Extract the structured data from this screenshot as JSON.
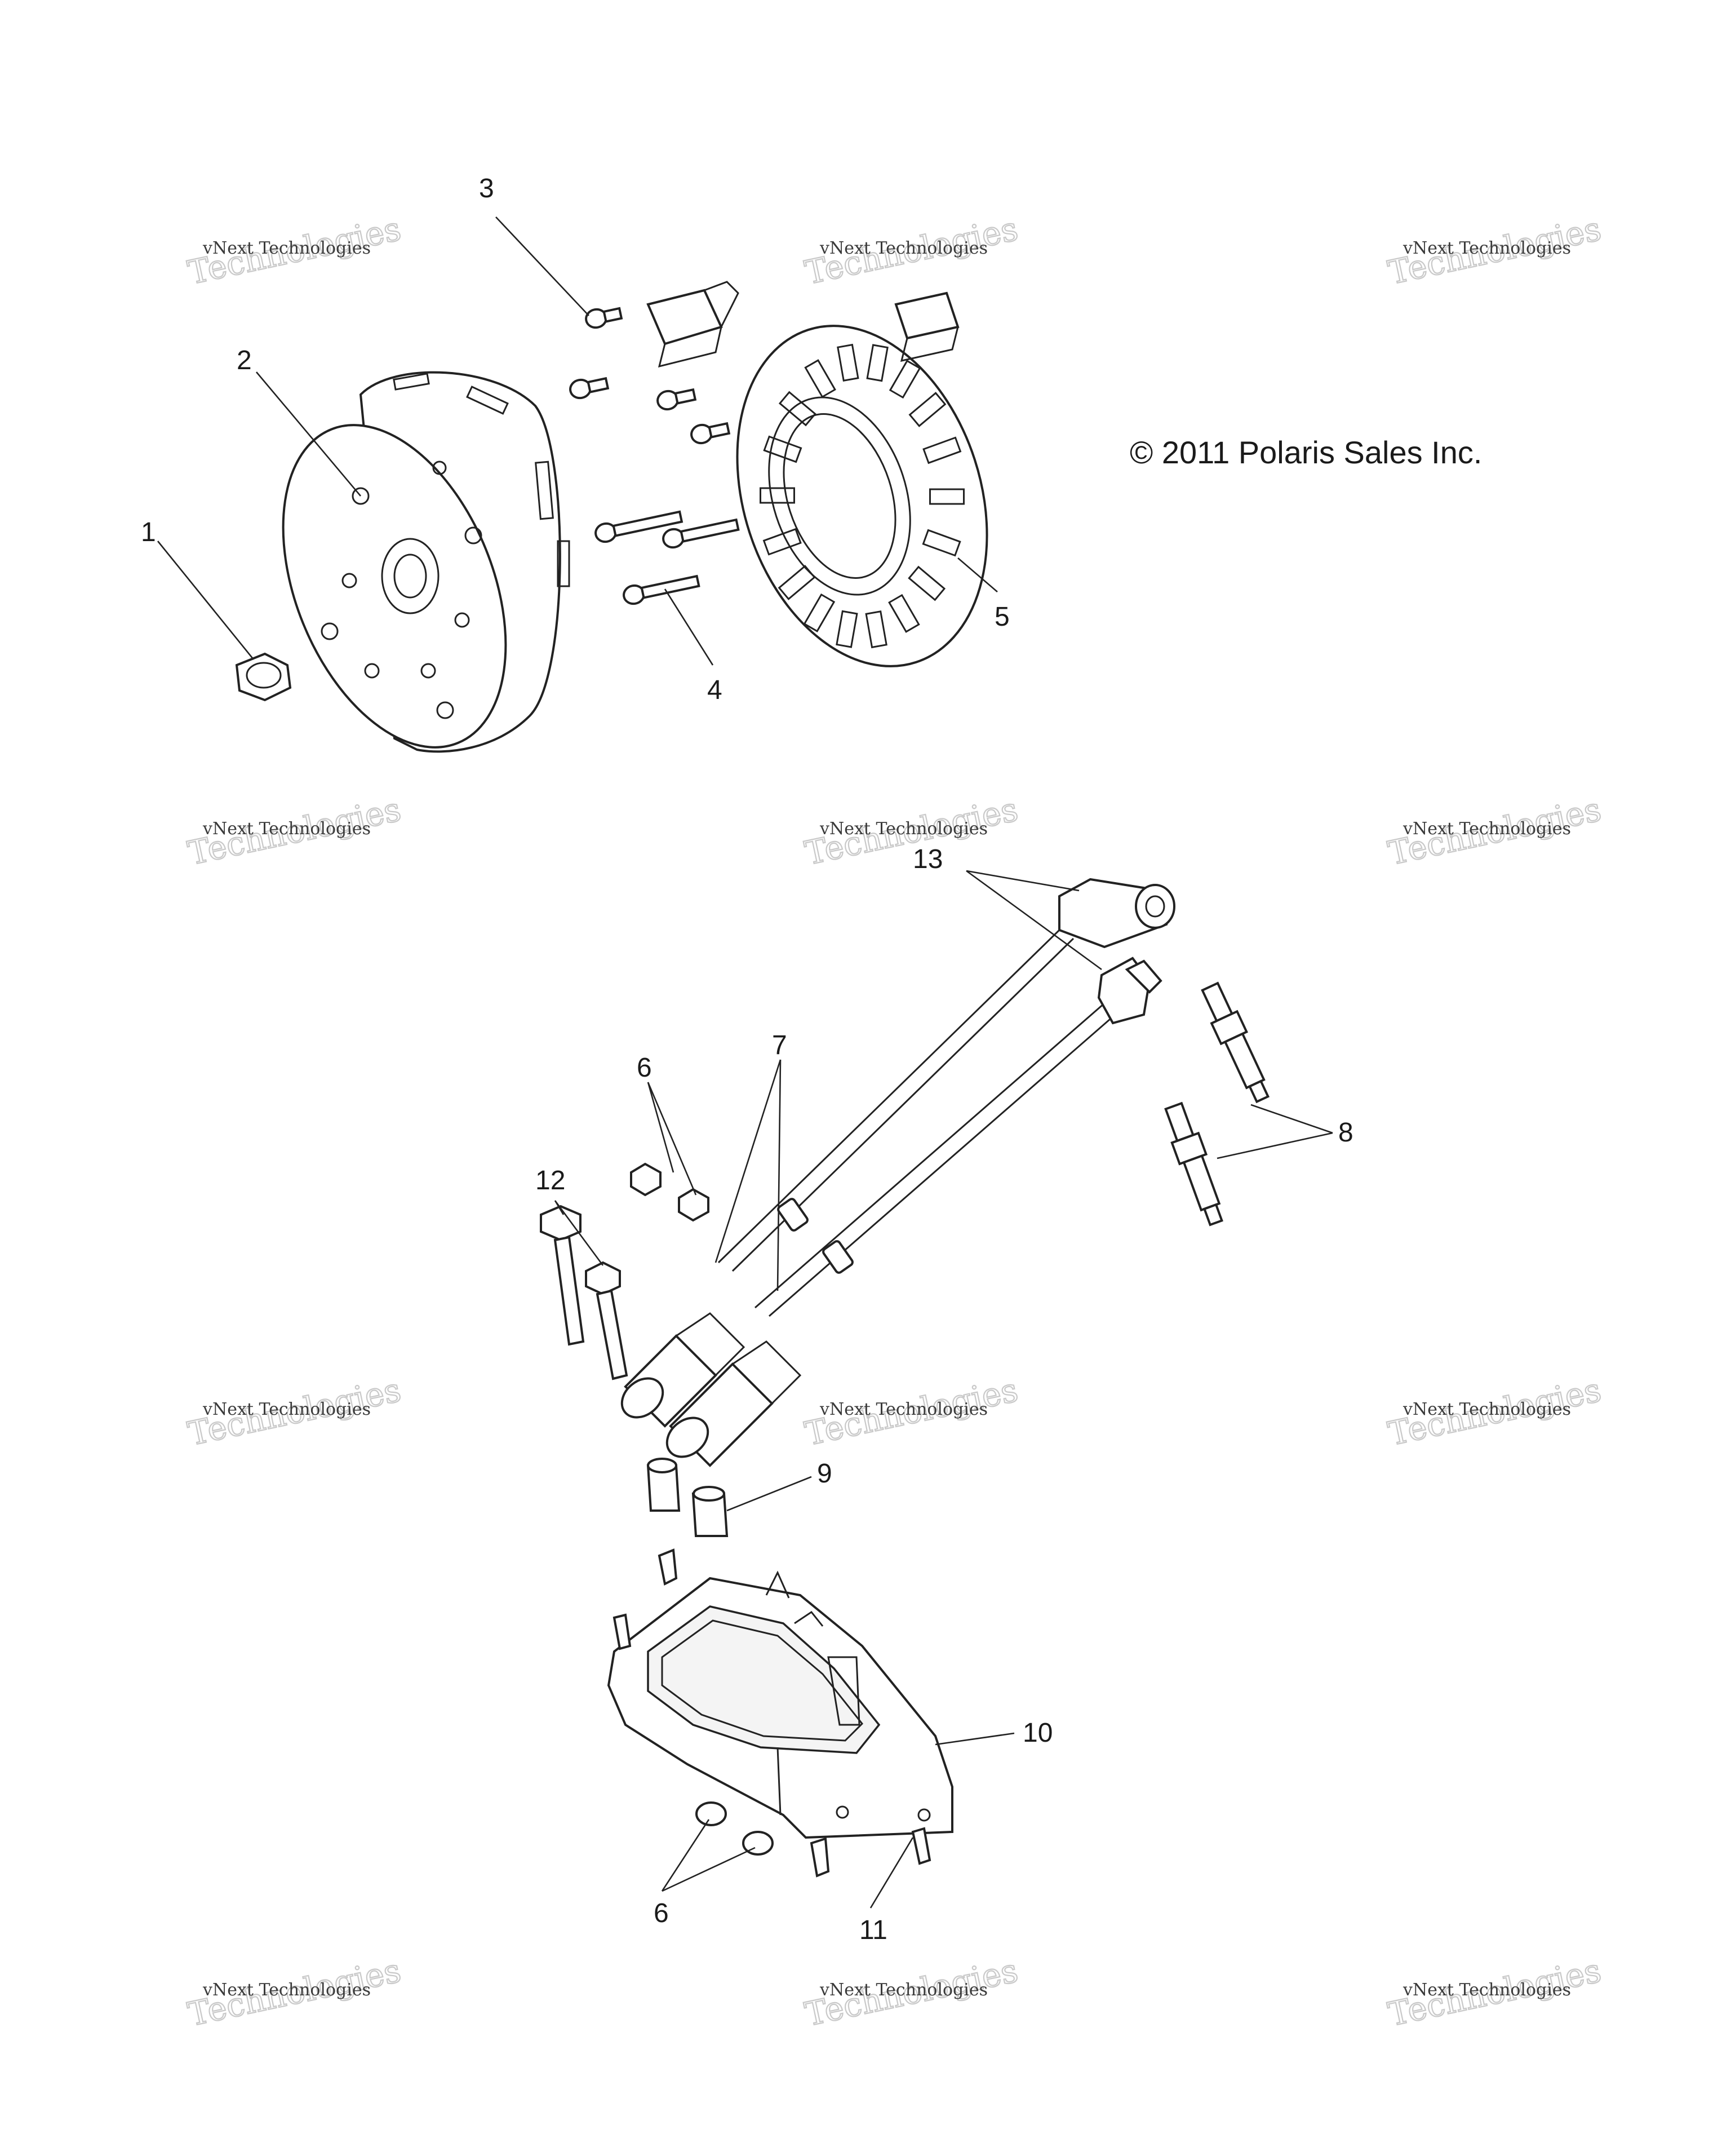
{
  "diagram": {
    "copyright": "© 2011 Polaris Sales Inc.",
    "callouts": [
      "1",
      "2",
      "3",
      "4",
      "5",
      "6",
      "7",
      "8",
      "9",
      "10",
      "11",
      "12",
      "13",
      "6"
    ],
    "watermark": {
      "line1": "vNext Technologies",
      "line2": "Technologies"
    }
  }
}
